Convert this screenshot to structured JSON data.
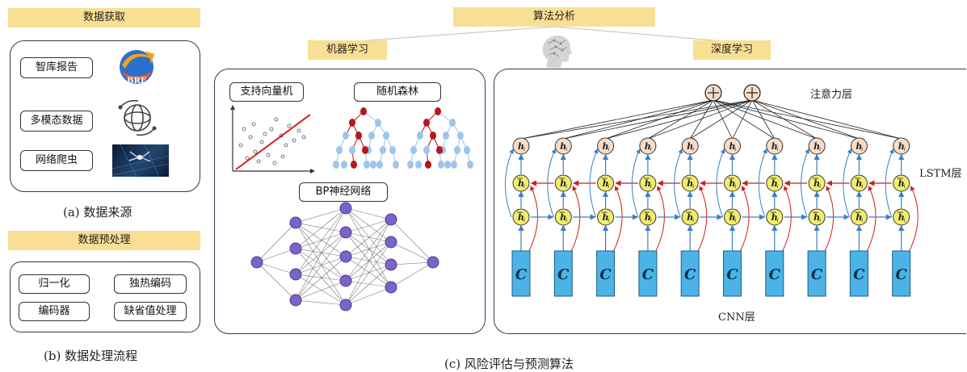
{
  "data_acquisition": {
    "title": "数据获取",
    "items": [
      "智库报告",
      "多模态数据",
      "网络爬虫"
    ],
    "logo_text": "BRF",
    "caption": "(a) 数据来源"
  },
  "preprocessing": {
    "title": "数据预处理",
    "items": [
      "归一化",
      "独热编码",
      "编码器",
      "缺省值处理"
    ],
    "caption": "(b) 数据处理流程"
  },
  "algorithm": {
    "title": "算法分析",
    "ml_title": "机器学习",
    "dl_title": "深度学习",
    "svm_label": "支持向量机",
    "rf_label": "随机森林",
    "bp_label": "BP神经网络",
    "attention_label": "注意力层",
    "lstm_label": "LSTM层",
    "cnn_label": "CNN层",
    "cnn_block_letter": "C",
    "caption": "(c) 风险评估与预测算法"
  },
  "colors": {
    "header_fill": "#f8df93",
    "panel_border": "#2f3b52",
    "cnn_block": "#4cb3e6",
    "lstm_node": "#f1ed6e",
    "h_node": "#f6dcc8",
    "red_arrow": "#cc1f1f",
    "blue_arrow": "#3a7fc4",
    "nn_node": "#7c63c7",
    "tree_red": "#b3181d",
    "tree_blue": "#9cc6ec"
  },
  "icons": [
    "brf-logo-icon",
    "globe-network-icon",
    "spider-icon",
    "brain-head-icon",
    "plus-circle-icon"
  ]
}
